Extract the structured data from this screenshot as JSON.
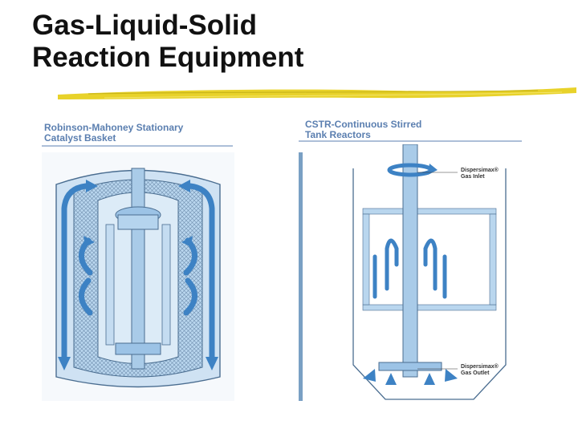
{
  "slide": {
    "title_line1": "Gas-Liquid-Solid",
    "title_line2": "Reaction Equipment"
  },
  "left_panel": {
    "label_line1": "Robinson-Mahoney Stationary",
    "label_line2": "Catalyst Basket"
  },
  "right_panel": {
    "label_line1": "CSTR-Continuous Stirred",
    "label_line2": "Tank Reactors",
    "gas_inlet_line1": "Dispersimax®",
    "gas_inlet_line2": "Gas Inlet",
    "gas_outlet_line1": "Dispersimax®",
    "gas_outlet_line2": "Gas Outlet"
  },
  "colors": {
    "title": "#111111",
    "rule": "#e8d22a",
    "label": "#5b7fb0",
    "fill_light": "#b9d6ee",
    "fill_mid": "#8fbbe0",
    "arrow": "#3d82c4",
    "outline": "#4a6d90"
  }
}
